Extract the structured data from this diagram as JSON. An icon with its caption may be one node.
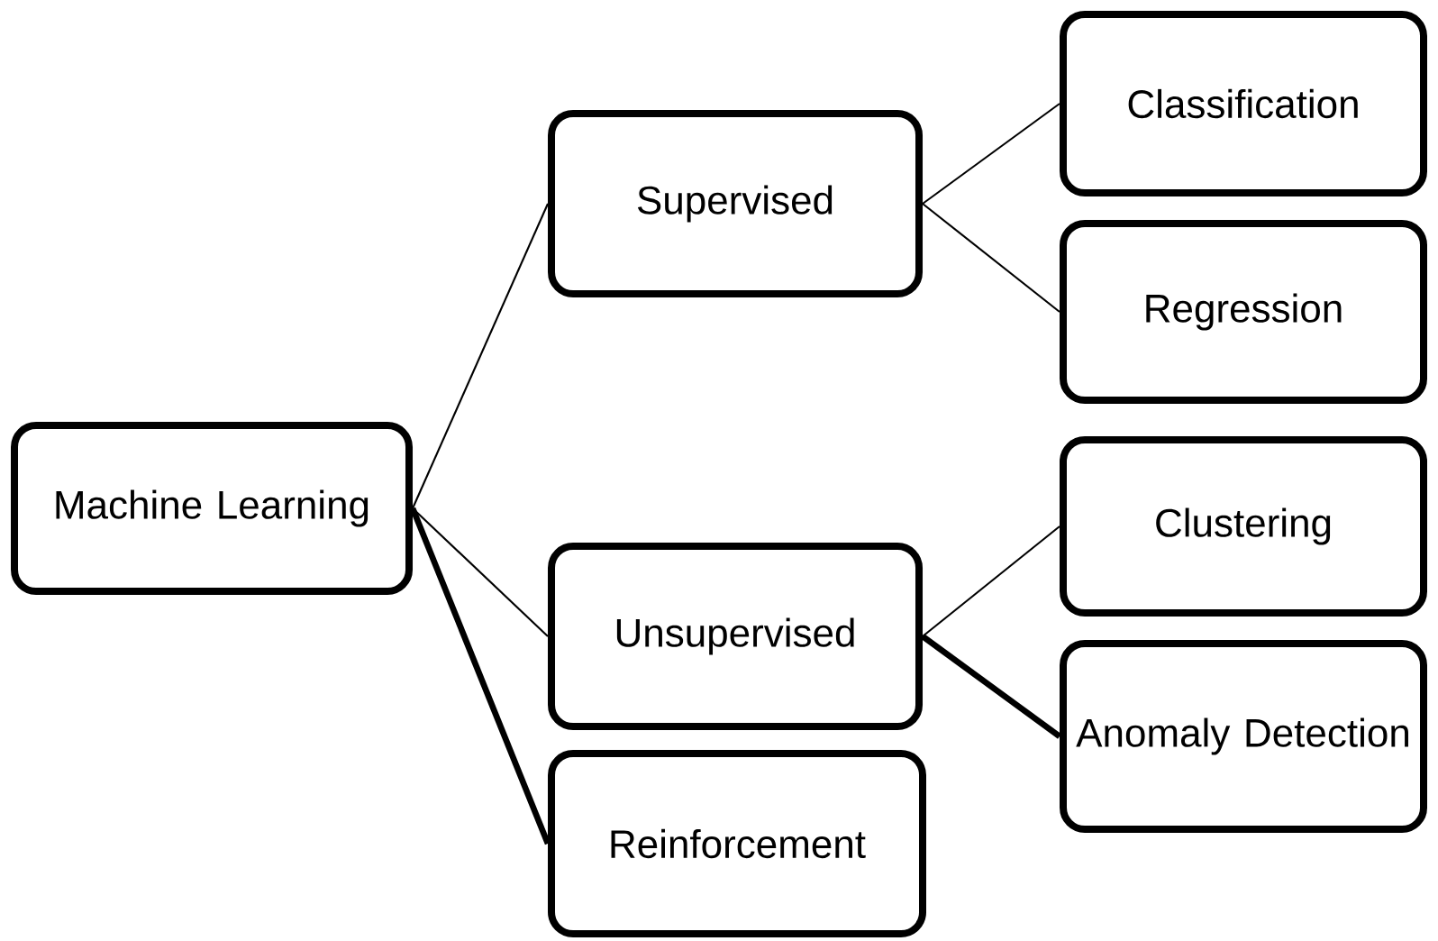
{
  "diagram": {
    "nodes": [
      {
        "text": [
          "Machine Learning"
        ]
      },
      {
        "text": [
          "Supervised"
        ]
      },
      {
        "text": [
          "Unsupervised"
        ]
      },
      {
        "text": [
          "Reinforcement"
        ]
      },
      {
        "text": [
          "Classification"
        ]
      },
      {
        "text": [
          "Regression"
        ]
      },
      {
        "text": [
          "Clustering"
        ]
      },
      {
        "text": [
          "Anomaly Detection"
        ]
      }
    ],
    "edges": [
      {
        "from": 0,
        "to": 1,
        "arrow": "none"
      },
      {
        "from": 0,
        "to": 2,
        "arrow": "none"
      },
      {
        "from": 0,
        "to": 3,
        "arrow": "none",
        "style": "thick"
      },
      {
        "from": 1,
        "to": 4,
        "arrow": "none"
      },
      {
        "from": 1,
        "to": 5,
        "arrow": "none"
      },
      {
        "from": 2,
        "to": 6,
        "arrow": "none"
      },
      {
        "from": 2,
        "to": 7,
        "arrow": "none",
        "style": "thick"
      }
    ]
  }
}
